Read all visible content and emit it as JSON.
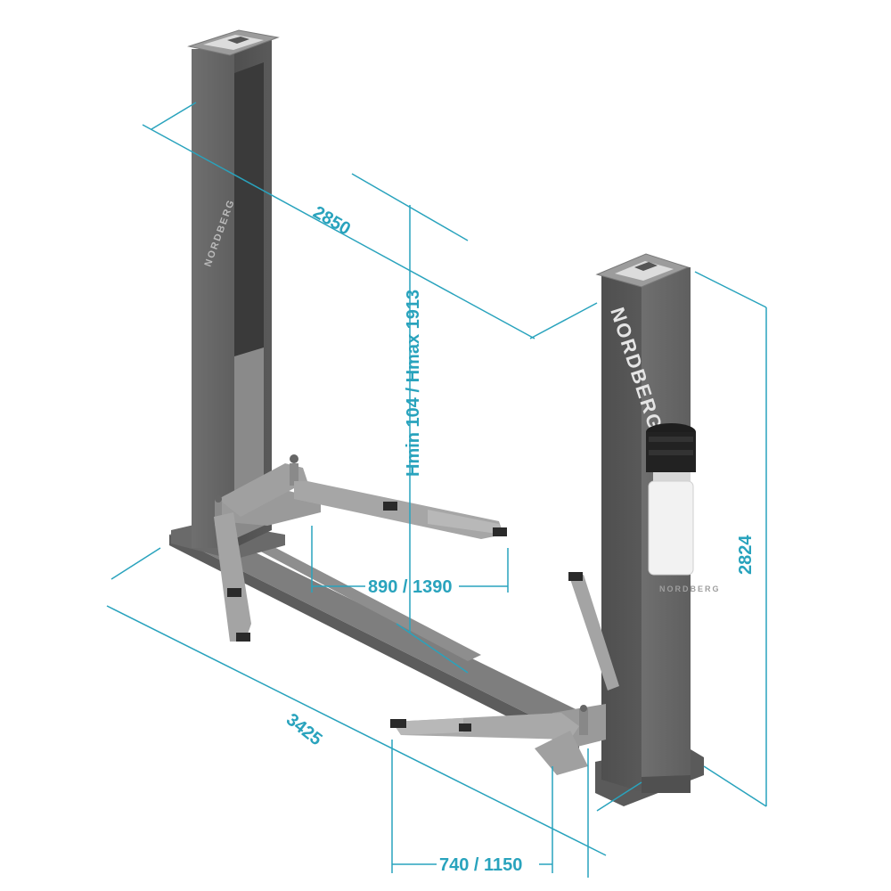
{
  "dimensions": {
    "width_between_posts": "2850",
    "lift_height": "Hmin 104 / Hmax 1913",
    "post_height": "2824",
    "arm_reach": "890 / 1390",
    "base_length": "3425",
    "arm_spread": "740 / 1150"
  },
  "branding": {
    "right_post": "NORDBERG",
    "left_post_watermark": "NORDBERG",
    "reservoir_watermark": "NORDBERG"
  },
  "colors": {
    "dimension": "#29a3bd",
    "post": "#6b6b6b",
    "post_dark": "#4e4e4e",
    "arm": "#8a8a8a",
    "pad": "#2a2a2a"
  }
}
